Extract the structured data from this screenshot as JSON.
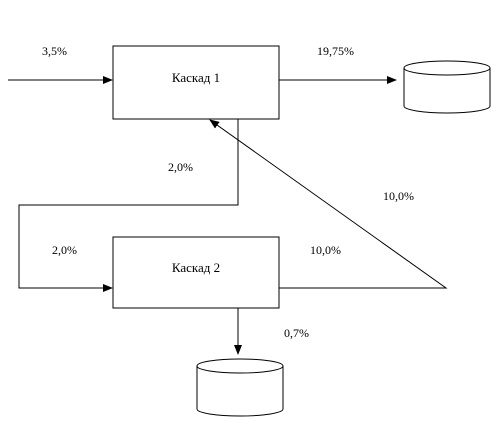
{
  "nodes": {
    "cascade1": {
      "label": "Каскад 1"
    },
    "cascade2": {
      "label": "Каскад 2"
    }
  },
  "flows": {
    "input_cascade1": "3,5%",
    "output_cascade1": "19,75%",
    "cascade1_to_cascade2_top": "2,0%",
    "cascade1_to_cascade2_left": "2,0%",
    "cascade2_right": "10,0%",
    "recycle_to_cascade1": "10,0%",
    "cascade2_bottom": "0,7%"
  },
  "colors": {
    "stroke": "#000000",
    "background": "#ffffff"
  }
}
